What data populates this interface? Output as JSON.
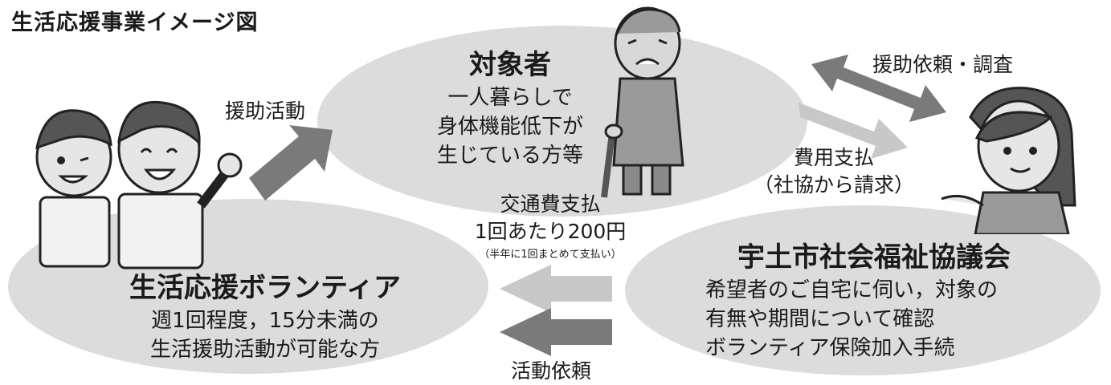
{
  "title": "生活応援事業イメージ図",
  "target": {
    "heading": "対象者",
    "lines": [
      "一人暮らしで",
      "身体機能低下が",
      "生じている方等"
    ]
  },
  "volunteer": {
    "heading": "生活応援ボランティア",
    "lines": [
      "週1回程度，15分未満の",
      "生活援助活動が可能な方"
    ]
  },
  "council": {
    "heading": "宇土市社会福祉協議会",
    "lines": [
      "希望者のご自宅に伺い，対象の",
      "有無や期間について確認",
      "ボランティア保険加入手続"
    ]
  },
  "arrows": {
    "support_activity": "援助活動",
    "request_survey": "援助依頼・調査",
    "fee_payment": "費用支払",
    "fee_payment_note": "（社協から請求）",
    "transport_fee": "交通費支払",
    "transport_fee_amount": "1回あたり200円",
    "transport_fee_note": "（半年に1回まとめて支払い）",
    "activity_request": "活動依頼"
  },
  "colors": {
    "ellipse_fill": "#dcdcdc",
    "arrow_dark": "#7a7a7a",
    "arrow_light": "#c8c8c8"
  }
}
